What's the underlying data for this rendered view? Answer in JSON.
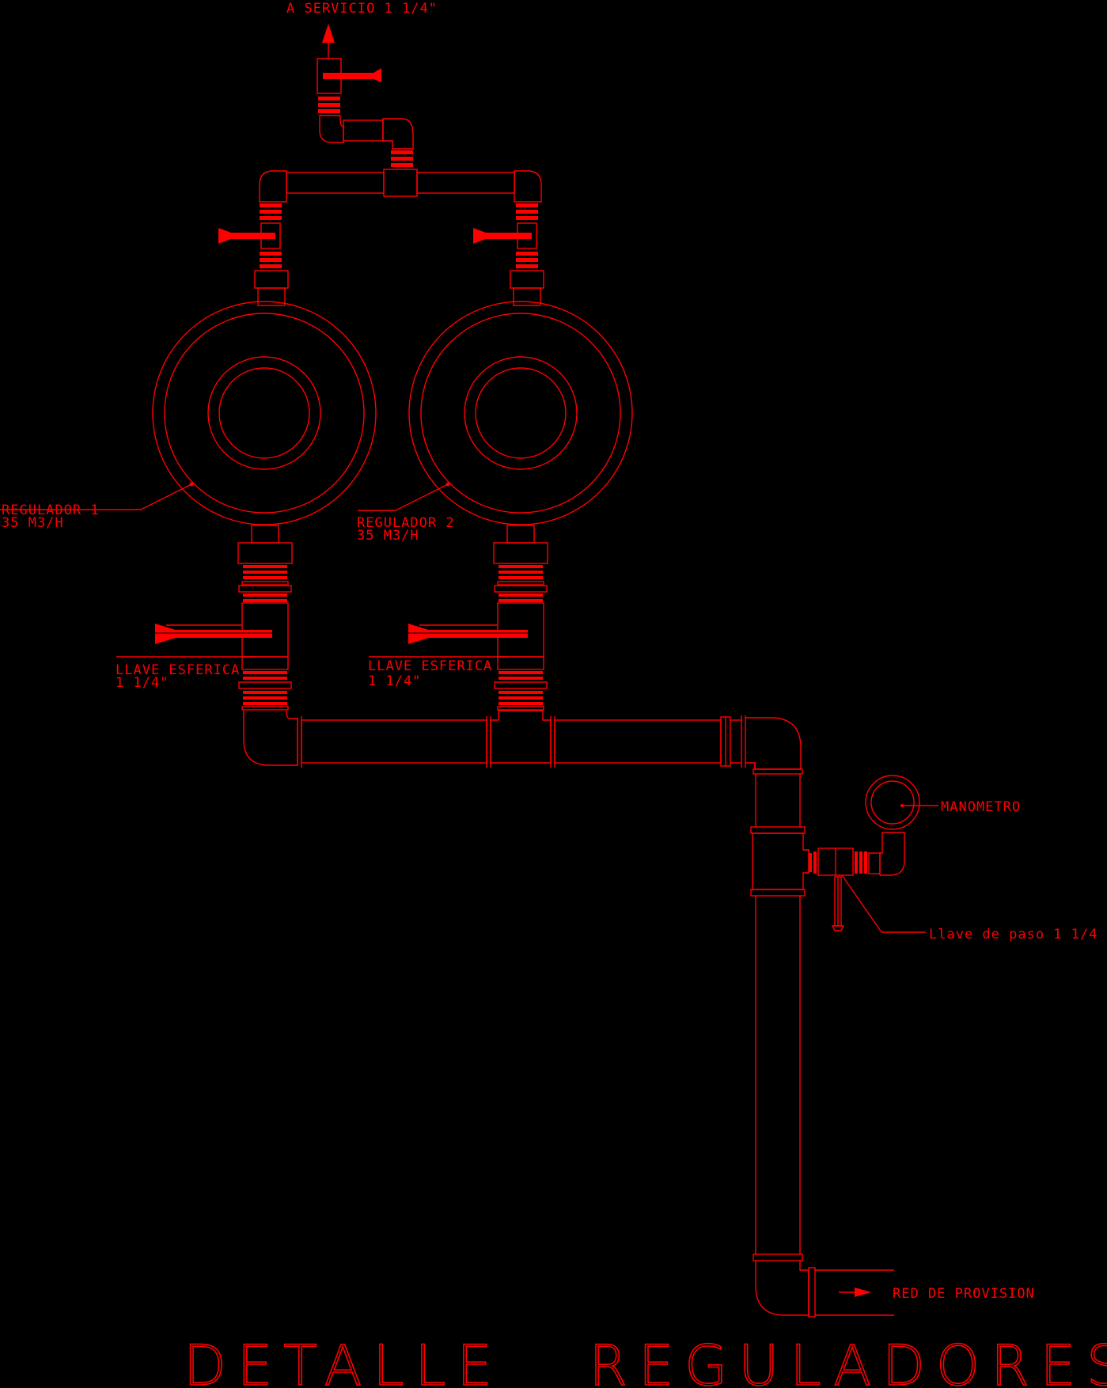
{
  "drawing": {
    "title": "DETALLE   REGULADORES",
    "colors": {
      "background": "#000000",
      "lines": "#ff0000"
    },
    "labels": {
      "outlet": "A SERVICIO  1 1/4\"",
      "regulator1_name": "REGULADOR 1",
      "regulator1_flow": "35 M3/H",
      "regulator2_name": "REGULADOR 2",
      "regulator2_flow": "35 M3/H",
      "valve1_name": "LLAVE ESFERICA",
      "valve1_size": "1 1/4\"",
      "valve2_name": "LLAVE ESFERICA",
      "valve2_size": "1 1/4\"",
      "gauge": "MANOMETRO",
      "gauge_valve": "Llave de paso 1 1/4",
      "supply": "RED DE PROVISION"
    }
  }
}
